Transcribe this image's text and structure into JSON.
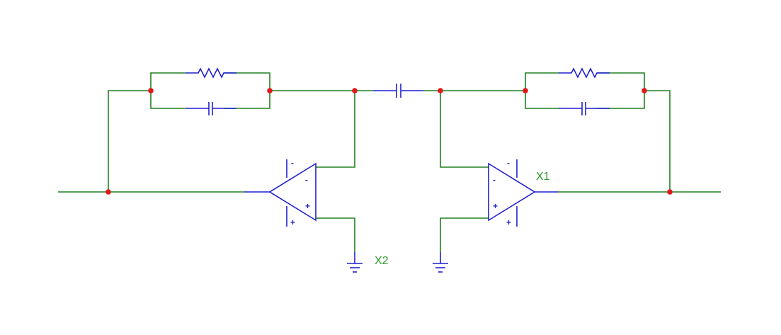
{
  "diagram": {
    "type": "circuit-schematic",
    "colors": {
      "wire": "#208020",
      "component": "#1f1fd0",
      "junction": "#e01818",
      "label": "#2a9a2a"
    },
    "components": {
      "op_amp_left": {
        "ref": "X2",
        "inverting_pin": "-",
        "noninverting_pin": "+",
        "supply_top_sign": "-",
        "supply_bottom_sign": "+"
      },
      "op_amp_right": {
        "ref": "X1",
        "inverting_pin": "-",
        "noninverting_pin": "+",
        "supply_top_sign": "-",
        "supply_bottom_sign": "+"
      },
      "resistors": [
        "resistor-left-feedback",
        "resistor-right-feedback"
      ],
      "capacitors": [
        "capacitor-left-feedback",
        "capacitor-coupling",
        "capacitor-right-feedback"
      ],
      "grounds": [
        "ground-left",
        "ground-right"
      ]
    }
  }
}
